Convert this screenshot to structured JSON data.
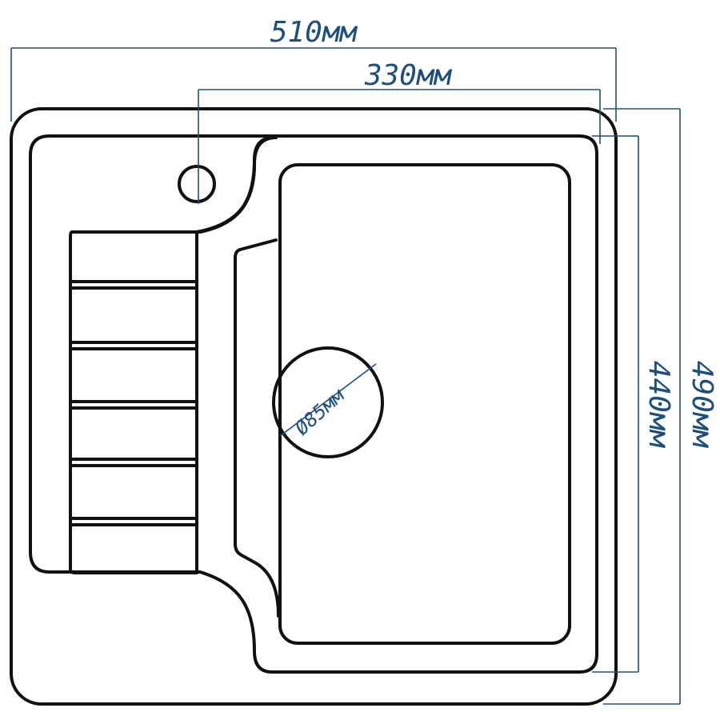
{
  "dimensions": {
    "overall_width": "510мм",
    "bowl_width": "330мм",
    "overall_depth": "490мм",
    "bowl_depth": "440мм",
    "drain_diameter": "Ø85мм"
  },
  "colors": {
    "outline": "#111111",
    "dimension": "#1d4e7e",
    "background": "#ffffff"
  }
}
